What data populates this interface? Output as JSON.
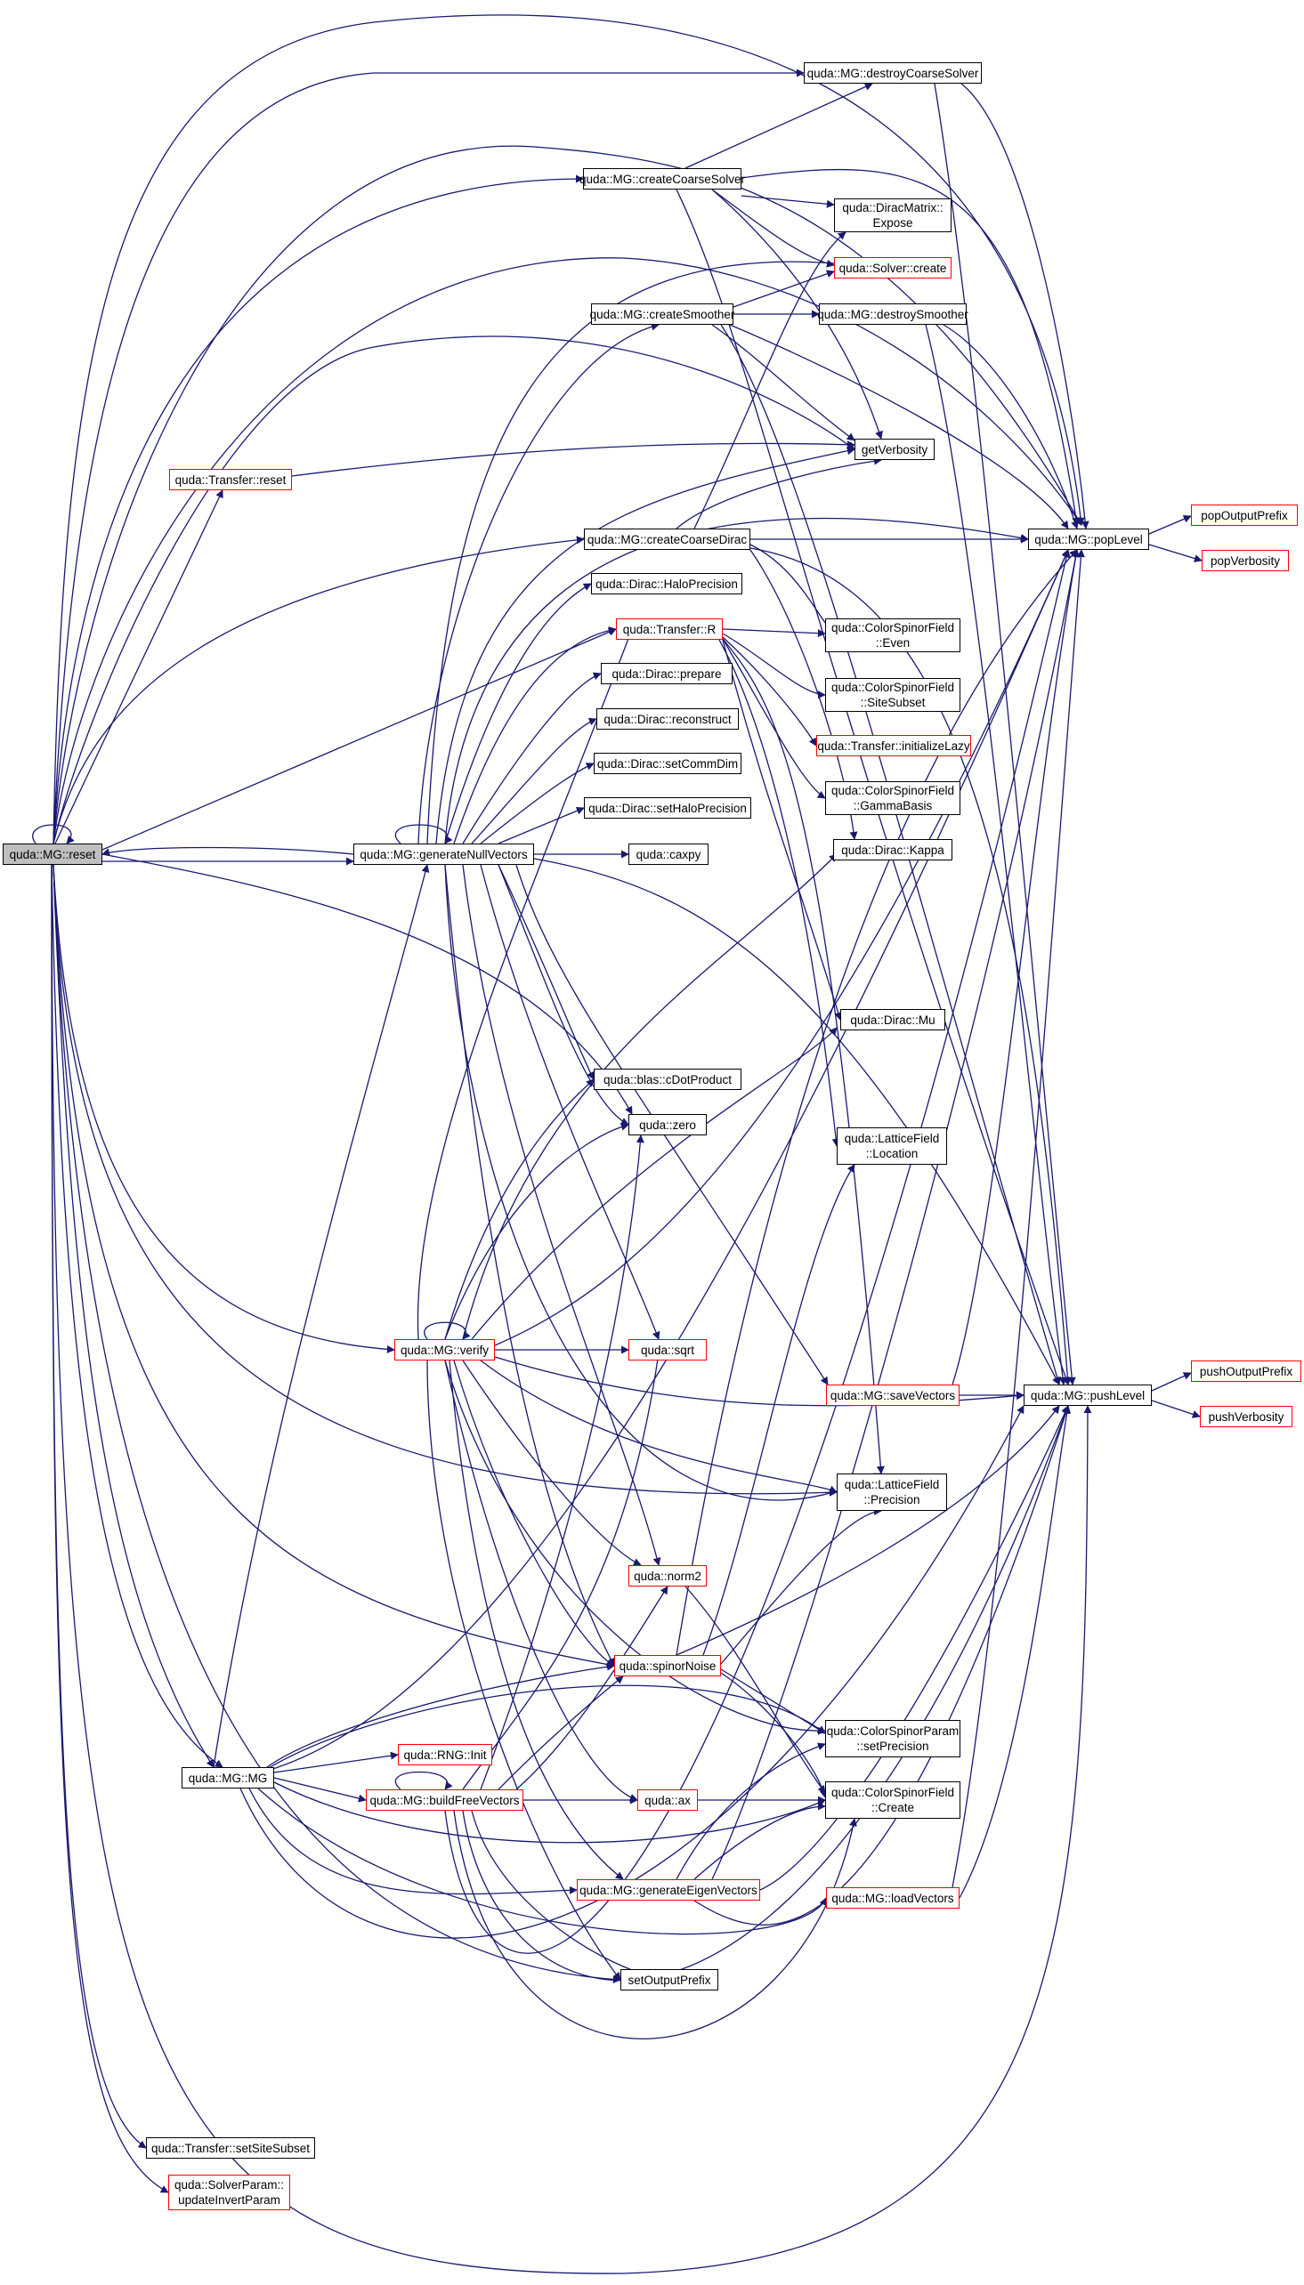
{
  "colors": {
    "edge": "#191970",
    "border_normal": "#000000",
    "border_truncated": "#ff0000",
    "root_fill": "#bfbfbf"
  },
  "nodes": {
    "reset": "quda::MG::reset",
    "destroyCoarseSolver": "quda::MG::destroyCoarseSolver",
    "createCoarseSolver": "quda::MG::createCoarseSolver",
    "diracMatrixExpose": "quda::DiracMatrix::\nExpose",
    "solverCreate": "quda::Solver::create",
    "createSmoother": "quda::MG::createSmoother",
    "destroySmoother": "quda::MG::destroySmoother",
    "transferReset": "quda::Transfer::reset",
    "getVerbosity": "getVerbosity",
    "createCoarseDirac": "quda::MG::createCoarseDirac",
    "popLevel": "quda::MG::popLevel",
    "popOutputPrefix": "popOutputPrefix",
    "popVerbosity": "popVerbosity",
    "haloPrecision": "quda::Dirac::HaloPrecision",
    "transferR": "quda::Transfer::R",
    "csfEven": "quda::ColorSpinorField\n::Even",
    "diracPrepare": "quda::Dirac::prepare",
    "csfSiteSubset": "quda::ColorSpinorField\n::SiteSubset",
    "diracReconstruct": "quda::Dirac::reconstruct",
    "initializeLazy": "quda::Transfer::initializeLazy",
    "setCommDim": "quda::Dirac::setCommDim",
    "csfGammaBasis": "quda::ColorSpinorField\n::GammaBasis",
    "setHaloPrecision": "quda::Dirac::setHaloPrecision",
    "generateNullVectors": "quda::MG::generateNullVectors",
    "caxpy": "quda::caxpy",
    "diracKappa": "quda::Dirac::Kappa",
    "diracMu": "quda::Dirac::Mu",
    "cDotProduct": "quda::blas::cDotProduct",
    "zero": "quda::zero",
    "latticeLocation": "quda::LatticeField\n::Location",
    "verify": "quda::MG::verify",
    "sqrt": "quda::sqrt",
    "saveVectors": "quda::MG::saveVectors",
    "pushLevel": "quda::MG::pushLevel",
    "pushOutputPrefix": "pushOutputPrefix",
    "pushVerbosity": "pushVerbosity",
    "latticePrecision": "quda::LatticeField\n::Precision",
    "norm2": "quda::norm2",
    "spinorNoise": "quda::spinorNoise",
    "csParamSetPrecision": "quda::ColorSpinorParam\n::setPrecision",
    "mgMG": "quda::MG::MG",
    "rngInit": "quda::RNG::Init",
    "buildFreeVectors": "quda::MG::buildFreeVectors",
    "ax": "quda::ax",
    "csfCreate": "quda::ColorSpinorField\n::Create",
    "generateEigenVectors": "quda::MG::generateEigenVectors",
    "loadVectors": "quda::MG::loadVectors",
    "setOutputPrefix": "setOutputPrefix",
    "setSiteSubset": "quda::Transfer::setSiteSubset",
    "updateInvertParam": "quda::SolverParam::\nupdateInvertParam"
  }
}
